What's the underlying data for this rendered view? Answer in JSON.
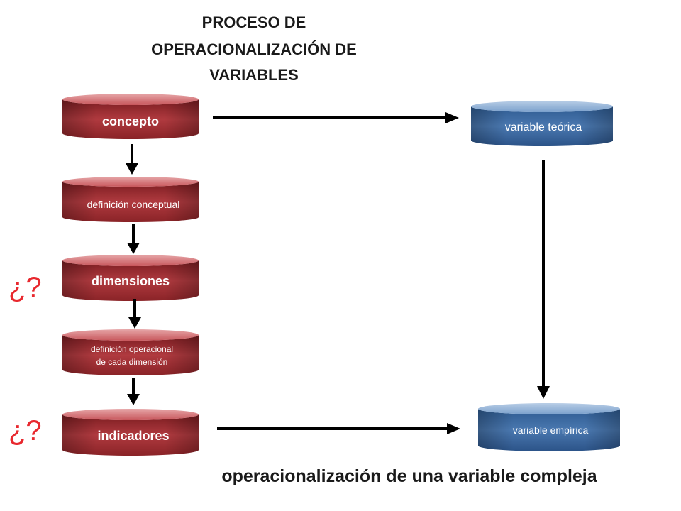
{
  "title": {
    "lines": [
      "PROCESO DE",
      "OPERACIONALIZACIÓN DE",
      "VARIABLES"
    ]
  },
  "left_column": [
    {
      "id": "concepto",
      "label": "concepto",
      "style": "bold"
    },
    {
      "id": "definicion-conceptual",
      "label": "definición conceptual",
      "style": "mid"
    },
    {
      "id": "dimensiones",
      "label": "dimensiones",
      "style": "bold"
    },
    {
      "id": "definicion-operacional",
      "label_lines": [
        "definición operacional",
        "de cada dimensión"
      ],
      "style": "small"
    },
    {
      "id": "indicadores",
      "label": "indicadores",
      "style": "bold"
    }
  ],
  "right_column": [
    {
      "id": "variable-teorica",
      "label": "variable teórica"
    },
    {
      "id": "variable-empirica",
      "label": "variable empírica"
    }
  ],
  "question_marks": [
    "¿?",
    "¿?"
  ],
  "caption": "operacionalización de una variable compleja",
  "colors": {
    "red_dark": "#8e2226",
    "red_light": "#c9555a",
    "blue_dark": "#2a5587",
    "blue_light": "#6a93c4",
    "question_mark": "#e8282e",
    "arrows": "#000000"
  }
}
